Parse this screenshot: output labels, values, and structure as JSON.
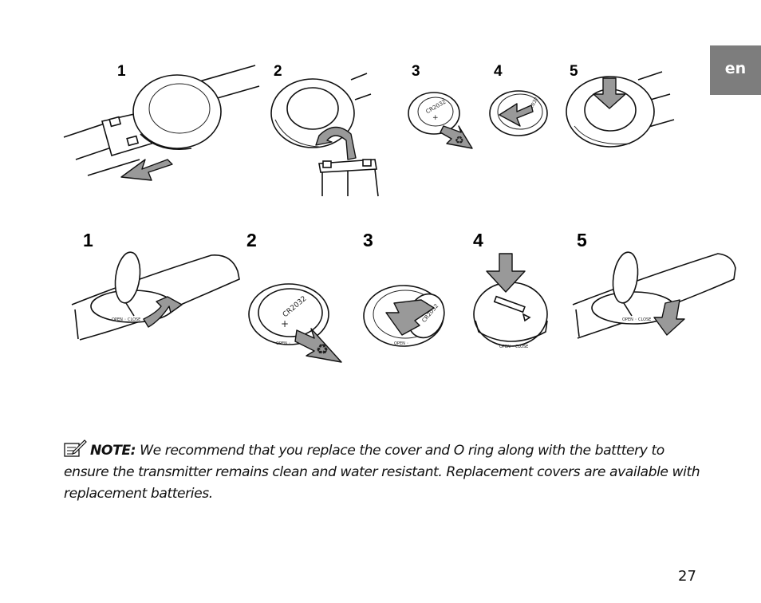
{
  "language_tab": "en",
  "steps_top": [
    "1",
    "2",
    "3",
    "4",
    "5"
  ],
  "steps_bottom": [
    "1",
    "2",
    "3",
    "4",
    "5"
  ],
  "note": {
    "label": "NOTE:",
    "text": " We recommend that you replace the cover and O ring along with the batttery to ensure the transmitter remains clean and water resistant. Replacement covers are available with replacement batteries."
  },
  "page_number": "27",
  "icons": [
    "note-pencil-icon",
    "recycle-icon",
    "arrow-icon"
  ]
}
